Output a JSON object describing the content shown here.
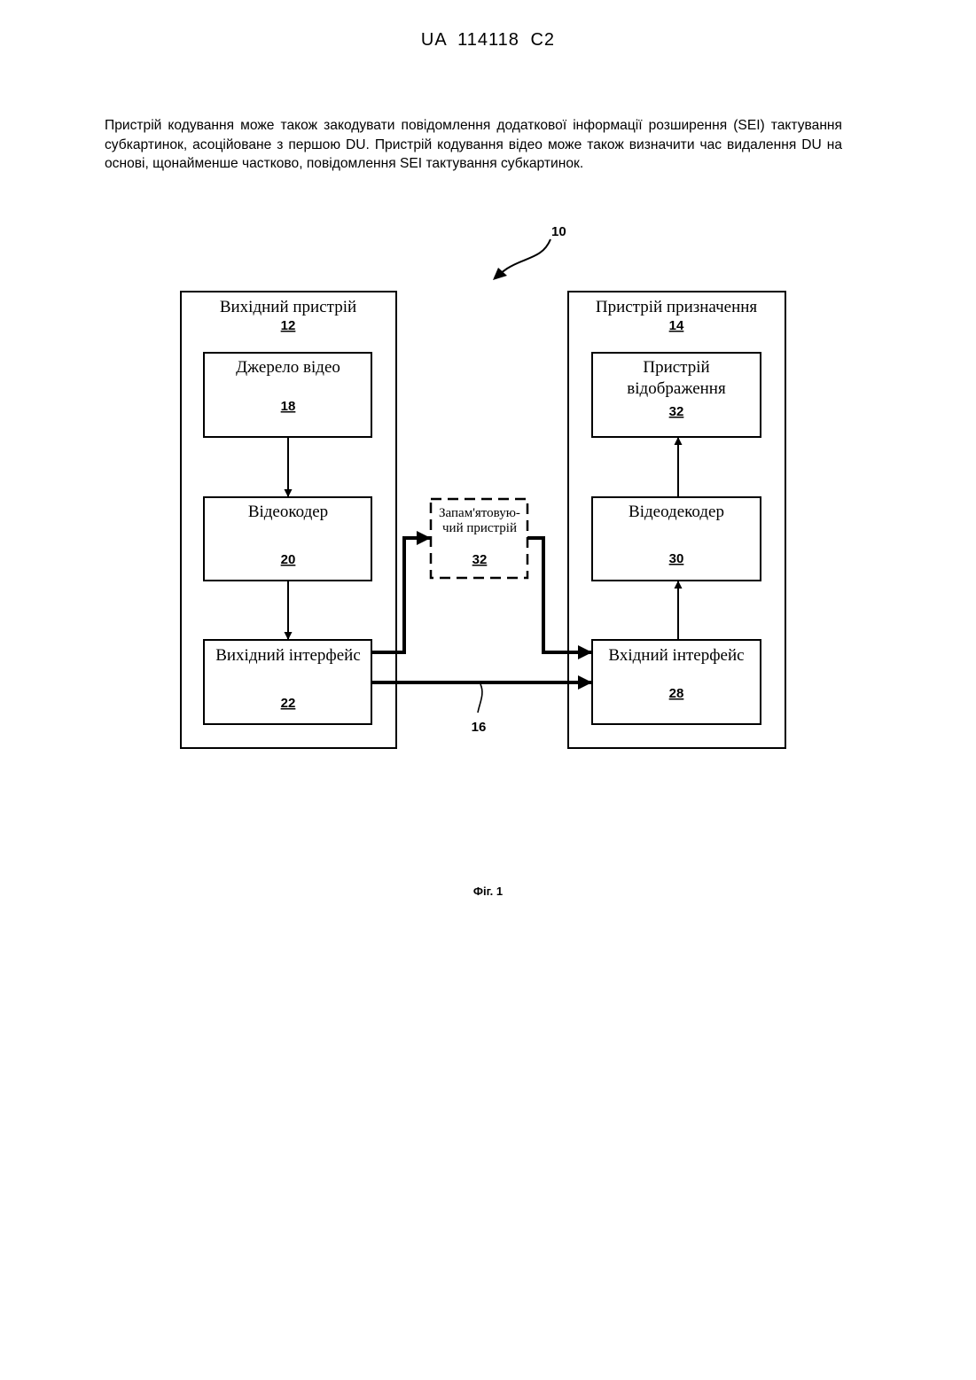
{
  "header": {
    "patent_number": "UA 114118 C2"
  },
  "body_text": "Пристрій кодування може також закодувати повідомлення додаткової інформації розширення (SEI) тактування субкартинок, асоційоване з першою DU. Пристрій кодування відео може також визначити час видалення DU на основі, щонайменше частково, повідомлення SEI тактування субкартинок.",
  "figure": {
    "system_ref": "10",
    "link_ref": "16",
    "source_device": {
      "label": "Вихідний пристрій",
      "ref": "12"
    },
    "video_source": {
      "label": "Джерело відео",
      "ref": "18"
    },
    "video_encoder": {
      "label": "Відеокодер",
      "ref": "20"
    },
    "output_interface": {
      "label": "Вихідний інтерфейс",
      "ref": "22"
    },
    "storage_device": {
      "label_line1": "Запам'ятовую-",
      "label_line2": "чий пристрій",
      "ref": "32"
    },
    "destination_device": {
      "label": "Пристрій призначення",
      "ref": "14"
    },
    "display_device": {
      "label_line1": "Пристрій",
      "label_line2": "відображення",
      "ref": "32"
    },
    "video_decoder": {
      "label": "Відеодекодер",
      "ref": "30"
    },
    "input_interface": {
      "label": "Вхідний інтерфейс",
      "ref": "28"
    }
  },
  "caption": "Фіг. 1"
}
